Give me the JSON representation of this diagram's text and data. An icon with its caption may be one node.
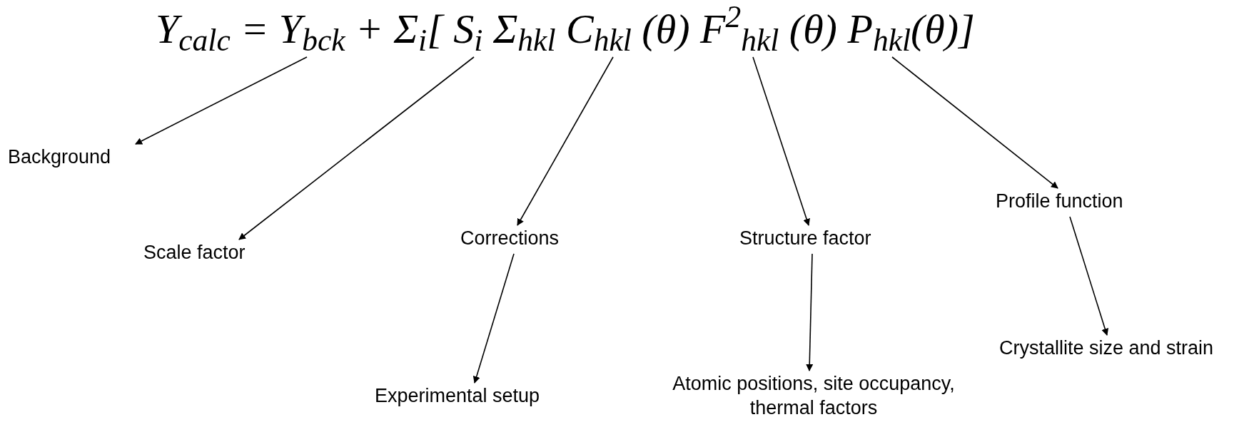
{
  "diagram": {
    "nodes": [
      {
        "text": [
          "Y$_{calc}$ = Y$_{bck}$ + Σ$_{i}$[ S$_{i}$ Σ$_{hkl}$ C$_{hkl}$ (θ) F$^{2}$$_{hkl}$ (θ) P$_{hkl}$(θ)]"
        ]
      },
      {
        "text": [
          "Background"
        ]
      },
      {
        "text": [
          "Scale factor"
        ]
      },
      {
        "text": [
          "Corrections"
        ]
      },
      {
        "text": [
          "Structure factor"
        ]
      },
      {
        "text": [
          "Profile function"
        ]
      },
      {
        "text": [
          "Experimental setup"
        ]
      },
      {
        "text": [
          "Atomic positions, site occupancy, thermal factors"
        ]
      },
      {
        "text": [
          "Crystallite size and strain"
        ]
      }
    ],
    "edges": [
      {
        "from": 0,
        "to": 1,
        "arrow": "to"
      },
      {
        "from": 0,
        "to": 2,
        "arrow": "to"
      },
      {
        "from": 0,
        "to": 3,
        "arrow": "to"
      },
      {
        "from": 0,
        "to": 4,
        "arrow": "to"
      },
      {
        "from": 0,
        "to": 5,
        "arrow": "to"
      },
      {
        "from": 3,
        "to": 6,
        "arrow": "to"
      },
      {
        "from": 4,
        "to": 7,
        "arrow": "to"
      },
      {
        "from": 5,
        "to": 8,
        "arrow": "to"
      }
    ]
  }
}
